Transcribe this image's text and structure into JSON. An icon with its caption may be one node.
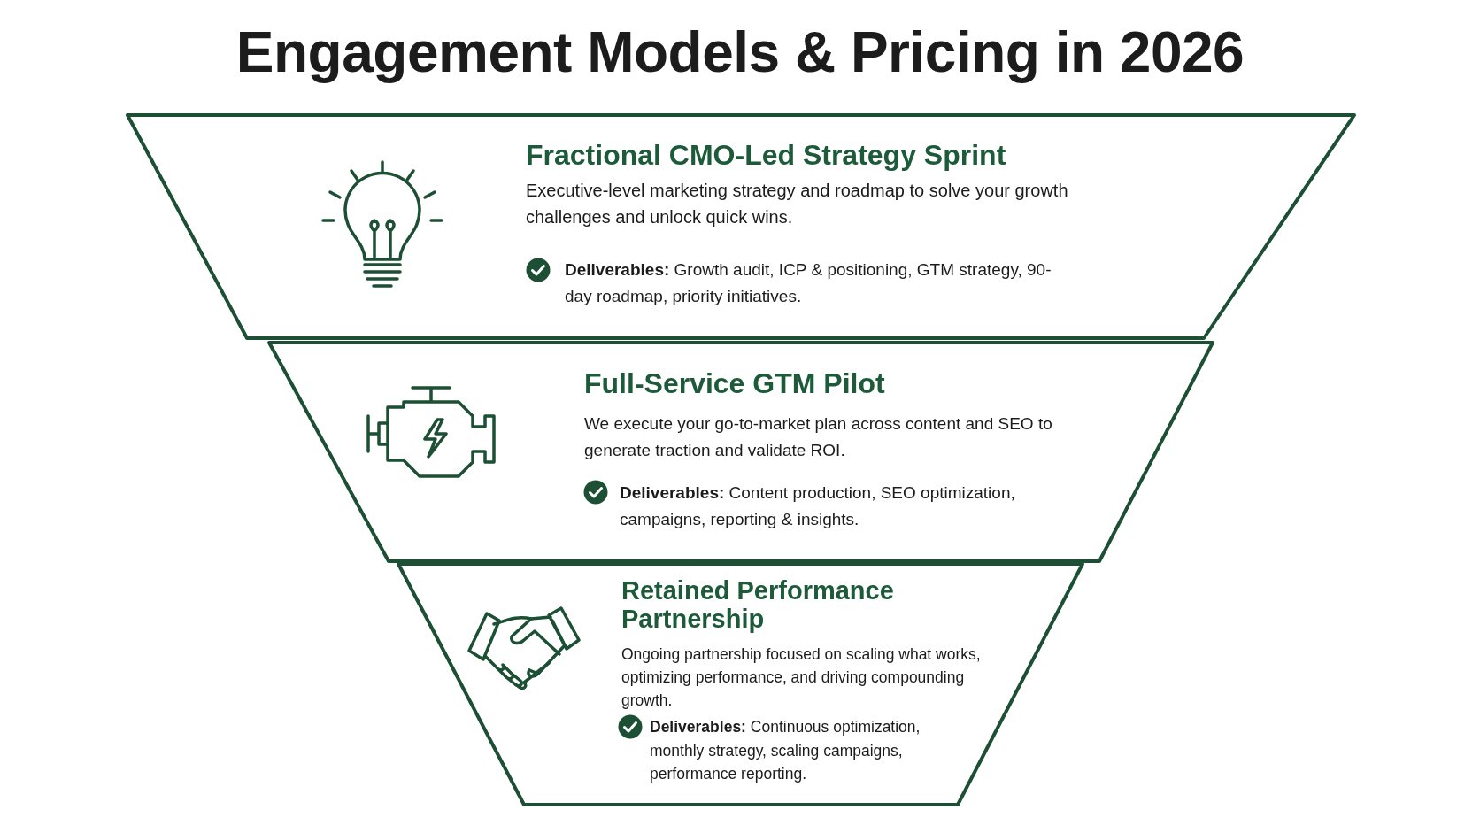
{
  "diagram": {
    "title": "Engagement Models & Pricing in 2026",
    "nodes": [
      {
        "text": [
          "Fractional CMO-Led Strategy Sprint",
          "Executive-level marketing strategy and roadmap to solve your growth challenges and unlock quick wins.",
          "**Deliverables:** Growth audit, ICP & positioning, GTM strategy, 90-day roadmap, priority initiatives."
        ]
      },
      {
        "text": [
          "Full-Service GTM Pilot",
          "We execute your go-to-market plan across content and SEO to generate traction and validate ROI.",
          "**Deliverables:** Content production, SEO optimization, campaigns, reporting & insights."
        ]
      },
      {
        "text": [
          "Retained Performance Partnership",
          "Ongoing partnership focused on scaling what works, optimizing performance, and driving compounding growth.",
          "**Deliverables:** Continuous optimization, monthly strategy, scaling campaigns, performance reporting."
        ]
      }
    ]
  }
}
